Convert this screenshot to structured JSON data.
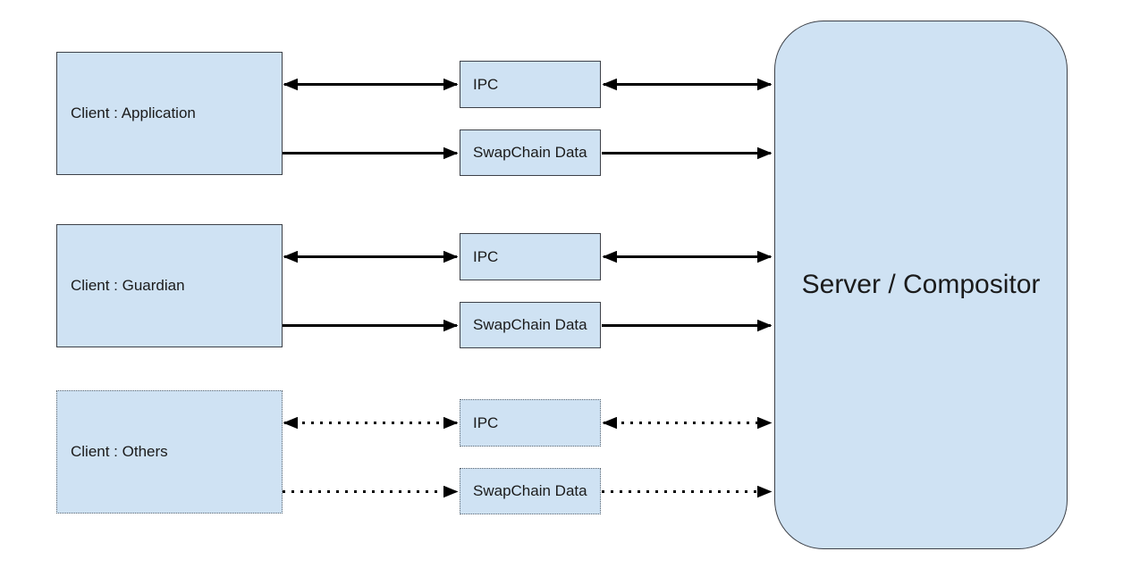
{
  "rows": [
    {
      "client": "Client : Application",
      "ipc": "IPC",
      "swapchain": "SwapChain Data",
      "link_style": "solid"
    },
    {
      "client": "Client : Guardian",
      "ipc": "IPC",
      "swapchain": "SwapChain Data",
      "link_style": "solid"
    },
    {
      "client": "Client : Others",
      "ipc": "IPC",
      "swapchain": "SwapChain Data",
      "link_style": "dotted"
    }
  ],
  "server": {
    "label": "Server / Compositor"
  },
  "colors": {
    "box_fill": "#cfe2f3",
    "box_border": "#3d4148",
    "arrow": "#000000"
  }
}
